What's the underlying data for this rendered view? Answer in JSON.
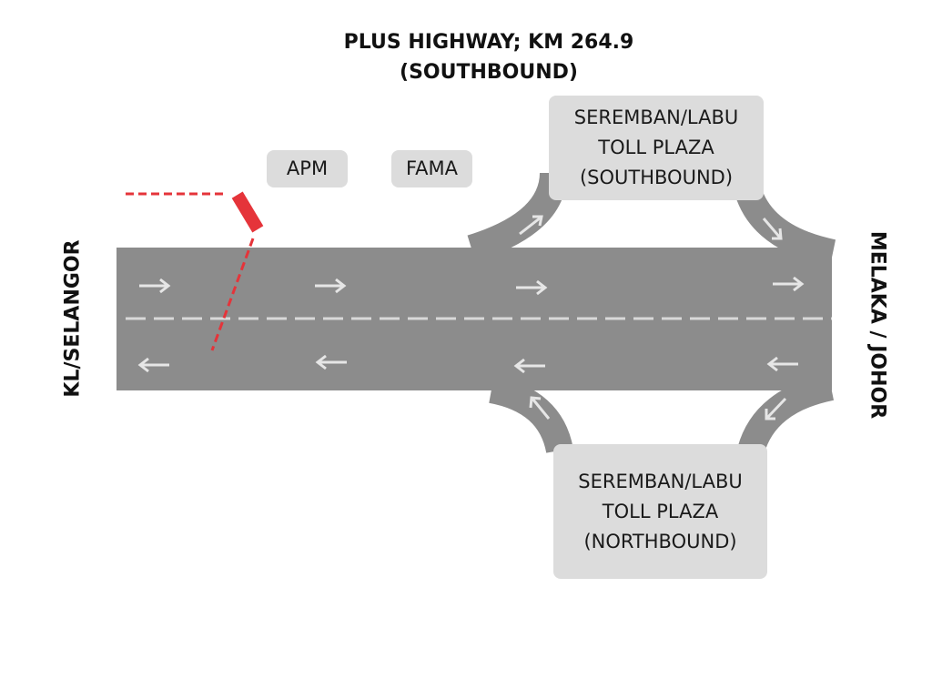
{
  "title": {
    "line1": "PLUS HIGHWAY; KM 264.9",
    "line2": "(SOUTHBOUND)"
  },
  "labels": {
    "apm": "APM",
    "fama": "FAMA",
    "toll_south": {
      "line1": "SEREMBAN/LABU",
      "line2": "TOLL PLAZA",
      "line3": "(SOUTHBOUND)"
    },
    "toll_north": {
      "line1": "SEREMBAN/LABU",
      "line2": "TOLL PLAZA",
      "line3": "(NORTHBOUND)"
    },
    "west": "KL/SELANGOR",
    "east": "MELAKA / JOHOR"
  },
  "colors": {
    "road": "#8c8c8c",
    "lane_marking": "#d9d9d9",
    "arrow": "#e6e6e6",
    "incident": "#e5343a",
    "box": "#dcdcdc"
  },
  "icons": {
    "lane_arrow_east": "arrow-right-icon",
    "lane_arrow_west": "arrow-left-icon",
    "ramp_arrow": "ramp-arrow-icon",
    "incident_marker": "vehicle-marker"
  }
}
